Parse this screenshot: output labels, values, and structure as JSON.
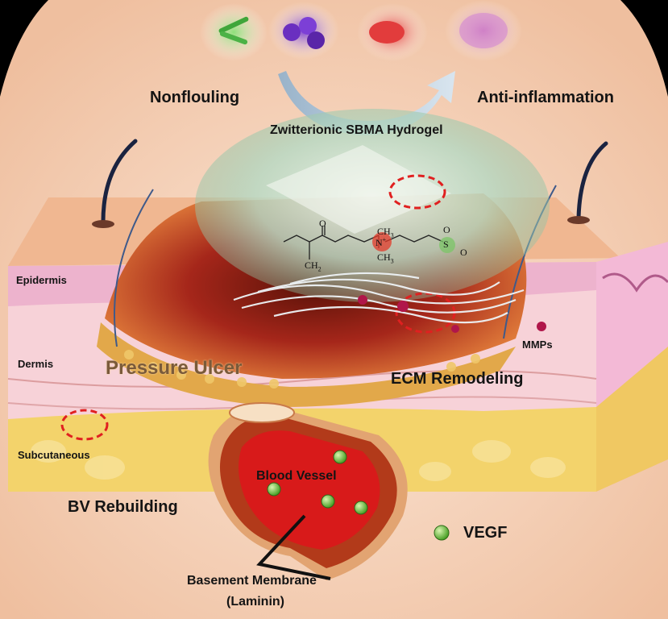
{
  "labels": {
    "nonfouling": "Nonflouling",
    "anti_inflammation": "Anti-inflammation",
    "hydrogel": "Zwitterionic SBMA Hydrogel",
    "epidermis": "Epidermis",
    "dermis": "Dermis",
    "subcutaneous": "Subcutaneous",
    "pressure_ulcer": "Pressure Ulcer",
    "ecm_remodeling": "ECM Remodeling",
    "mmps": "MMPs",
    "blood_vessel": "Blood Vessel",
    "bv_rebuilding": "BV Rebuilding",
    "vegf": "VEGF",
    "basement_membrane": "Basement Membrane",
    "laminin": "(Laminin)"
  },
  "chemistry": {
    "ch3_top": "CH",
    "ch3_bottom": "CH",
    "ch2": "CH",
    "n_plus": "N",
    "o_labels": [
      "O",
      "O",
      "O"
    ],
    "s": "S"
  },
  "colors": {
    "background": "#f2cbb0",
    "hydrogel": "#9fc9b0",
    "blood": "#d81a1a",
    "vegf": "#6dbe3a",
    "mmp": "#b0164a",
    "epidermis": "#f0c8e0",
    "fat": "#f3d36b"
  }
}
